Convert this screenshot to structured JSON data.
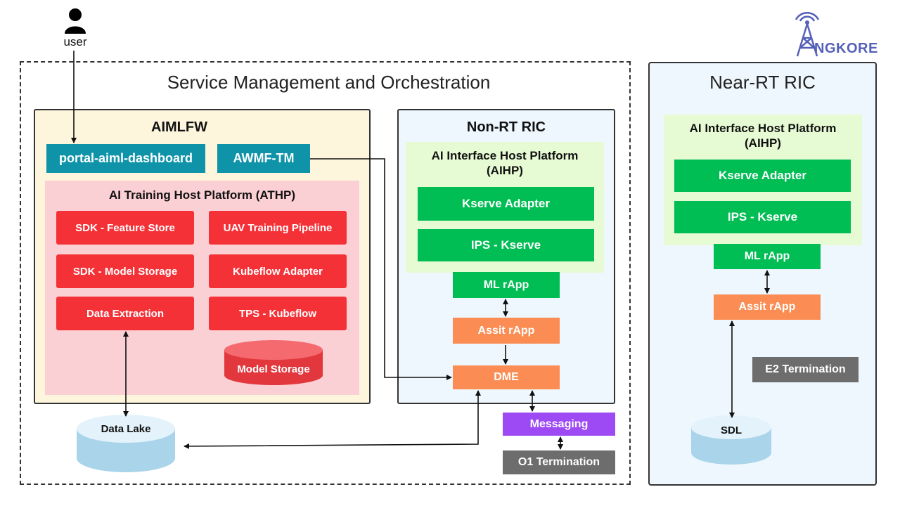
{
  "user": {
    "label": "user"
  },
  "logo": {
    "text": "NGKORE",
    "color": "#5560b8"
  },
  "smo": {
    "title": "Service Management and Orchestration"
  },
  "aimlfw": {
    "title": "AIMLFW",
    "portal": "portal-aiml-dashboard",
    "awmf": "AWMF-TM",
    "athp": {
      "title": "AI Training Host Platform (ATHP)",
      "sdk_feature_store": "SDK - Feature Store",
      "uav_training_pipeline": "UAV Training Pipeline",
      "sdk_model_storage": "SDK - Model Storage",
      "kubeflow_adapter": "Kubeflow Adapter",
      "data_extraction": "Data Extraction",
      "tps_kubeflow": "TPS - Kubeflow",
      "model_storage": "Model Storage"
    }
  },
  "data_lake": "Data Lake",
  "nonrt": {
    "title": "Non-RT RIC",
    "aihp_title": "AI Interface Host Platform (AIHP)",
    "kserve_adapter": "Kserve Adapter",
    "ips_kserve": "IPS - Kserve",
    "ml_rapp": "ML rApp",
    "assit_rapp": "Assit rApp",
    "dme": "DME"
  },
  "messaging": "Messaging",
  "o1_termination": "O1 Termination",
  "nearrt": {
    "title": "Near-RT RIC",
    "aihp_title": "AI Interface Host Platform (AIHP)",
    "kserve_adapter": "Kserve Adapter",
    "ips_kserve": "IPS - Kserve",
    "ml_rapp": "ML rApp",
    "assit_rapp": "Assit rApp",
    "e2_termination": "E2 Termination",
    "sdl": "SDL"
  },
  "colors": {
    "red": "#f53138",
    "green": "#00bd54",
    "orange": "#fb8c53",
    "teal": "#0f93a9",
    "purple": "#9d4af5",
    "gray": "#6d6d6d",
    "aimlfw_bg": "#fdf5dc",
    "athp_bg": "#fbd0d5",
    "ric_bg": "#eef7fd",
    "aihp_bg": "#e6fad3"
  }
}
